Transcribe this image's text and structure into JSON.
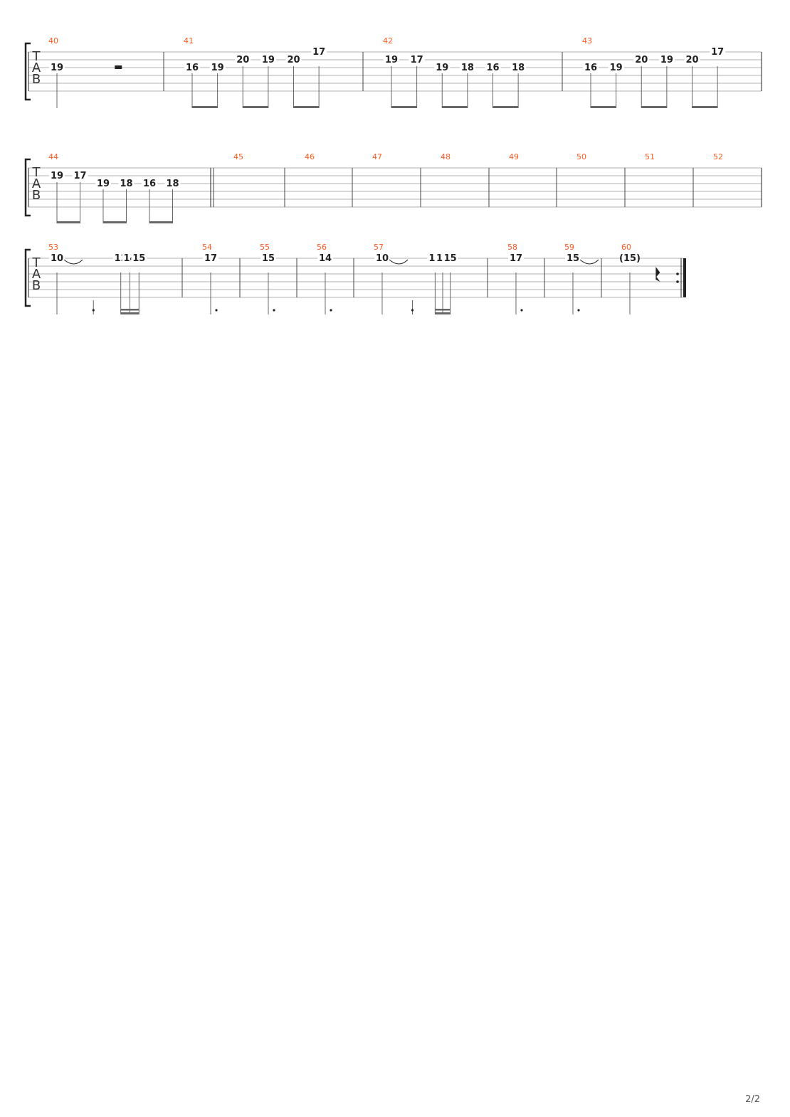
{
  "page": {
    "number": "2/2"
  },
  "colors": {
    "measure_number": "#ff5a1f",
    "staff_line": "#b0b0b0",
    "ink": "#222222",
    "beam": "#666666"
  },
  "tab_clef": [
    "T",
    "A",
    "B"
  ],
  "systems": [
    {
      "measures": [
        {
          "number": "40",
          "events": [
            {
              "fret": "19",
              "string": 3,
              "dur": "half"
            },
            {
              "rest": "half"
            }
          ]
        },
        {
          "number": "41",
          "events": [
            {
              "fret": "16",
              "string": 3,
              "dur": "eighth",
              "beam": 1
            },
            {
              "fret": "19",
              "string": 3,
              "dur": "eighth",
              "beam": 1
            },
            {
              "fret": "20",
              "string": 2,
              "dur": "eighth",
              "beam": 2
            },
            {
              "fret": "19",
              "string": 2,
              "dur": "eighth",
              "beam": 2
            },
            {
              "fret": "20",
              "string": 2,
              "dur": "eighth",
              "beam": 3
            },
            {
              "fret": "17",
              "string": 1,
              "dur": "eighth",
              "beam": 3
            }
          ]
        },
        {
          "number": "42",
          "events": [
            {
              "fret": "19",
              "string": 2,
              "dur": "eighth",
              "beam": 1
            },
            {
              "fret": "17",
              "string": 2,
              "dur": "eighth",
              "beam": 1
            },
            {
              "fret": "19",
              "string": 3,
              "dur": "eighth",
              "beam": 2
            },
            {
              "fret": "18",
              "string": 3,
              "dur": "eighth",
              "beam": 2
            },
            {
              "fret": "16",
              "string": 3,
              "dur": "eighth",
              "beam": 3
            },
            {
              "fret": "18",
              "string": 3,
              "dur": "eighth",
              "beam": 3
            }
          ]
        },
        {
          "number": "43",
          "events": [
            {
              "fret": "16",
              "string": 3,
              "dur": "eighth",
              "beam": 1
            },
            {
              "fret": "19",
              "string": 3,
              "dur": "eighth",
              "beam": 1
            },
            {
              "fret": "20",
              "string": 2,
              "dur": "eighth",
              "beam": 2
            },
            {
              "fret": "19",
              "string": 2,
              "dur": "eighth",
              "beam": 2
            },
            {
              "fret": "20",
              "string": 2,
              "dur": "eighth",
              "beam": 3
            },
            {
              "fret": "17",
              "string": 1,
              "dur": "eighth",
              "beam": 3
            }
          ]
        }
      ]
    },
    {
      "measures": [
        {
          "number": "44",
          "events": [
            {
              "fret": "19",
              "string": 2,
              "dur": "eighth",
              "beam": 1
            },
            {
              "fret": "17",
              "string": 2,
              "dur": "eighth",
              "beam": 1
            },
            {
              "fret": "19",
              "string": 3,
              "dur": "eighth",
              "beam": 2
            },
            {
              "fret": "18",
              "string": 3,
              "dur": "eighth",
              "beam": 2
            },
            {
              "fret": "16",
              "string": 3,
              "dur": "eighth",
              "beam": 3
            },
            {
              "fret": "18",
              "string": 3,
              "dur": "eighth",
              "beam": 3
            }
          ],
          "end_barline": "double"
        },
        {
          "number": "45",
          "events": []
        },
        {
          "number": "46",
          "events": []
        },
        {
          "number": "47",
          "events": []
        },
        {
          "number": "48",
          "events": []
        },
        {
          "number": "49",
          "events": []
        },
        {
          "number": "50",
          "events": []
        },
        {
          "number": "51",
          "events": []
        },
        {
          "number": "52",
          "events": []
        }
      ]
    },
    {
      "measures": [
        {
          "number": "53",
          "events": [
            {
              "fret": "10",
              "string": 1,
              "dur": "quarter",
              "tie_to_next": true
            },
            {
              "hidden": true,
              "dur": "eighth_dotted"
            },
            {
              "fret": "12",
              "string": 1,
              "dur": "sixteenth",
              "beam": 1
            },
            {
              "fret": "14",
              "string": 1,
              "dur": "sixteenth",
              "beam": 1
            },
            {
              "fret": "15",
              "string": 1,
              "dur": "sixteenth",
              "beam": 1
            }
          ]
        },
        {
          "number": "54",
          "events": [
            {
              "fret": "17",
              "string": 1,
              "dur": "half_dotted"
            }
          ]
        },
        {
          "number": "55",
          "events": [
            {
              "fret": "15",
              "string": 1,
              "dur": "half_dotted"
            }
          ]
        },
        {
          "number": "56",
          "events": [
            {
              "fret": "14",
              "string": 1,
              "dur": "half_dotted"
            }
          ]
        },
        {
          "number": "57",
          "events": [
            {
              "fret": "10",
              "string": 1,
              "dur": "quarter",
              "tie_to_next": true
            },
            {
              "hidden": true,
              "dur": "eighth_dotted"
            },
            {
              "fret": "12",
              "string": 1,
              "dur": "sixteenth",
              "beam": 1
            },
            {
              "fret": "14",
              "string": 1,
              "dur": "sixteenth",
              "beam": 1
            },
            {
              "fret": "15",
              "string": 1,
              "dur": "sixteenth",
              "beam": 1
            }
          ]
        },
        {
          "number": "58",
          "events": [
            {
              "fret": "17",
              "string": 1,
              "dur": "half_dotted"
            }
          ]
        },
        {
          "number": "59",
          "events": [
            {
              "fret": "15",
              "string": 1,
              "dur": "half_dotted",
              "tie_to_next": true
            }
          ]
        },
        {
          "number": "60",
          "events": [
            {
              "fret": "(15)",
              "string": 1,
              "dur": "half"
            },
            {
              "rest": "quarter"
            }
          ],
          "end_barline": "repeat_end"
        }
      ]
    }
  ]
}
